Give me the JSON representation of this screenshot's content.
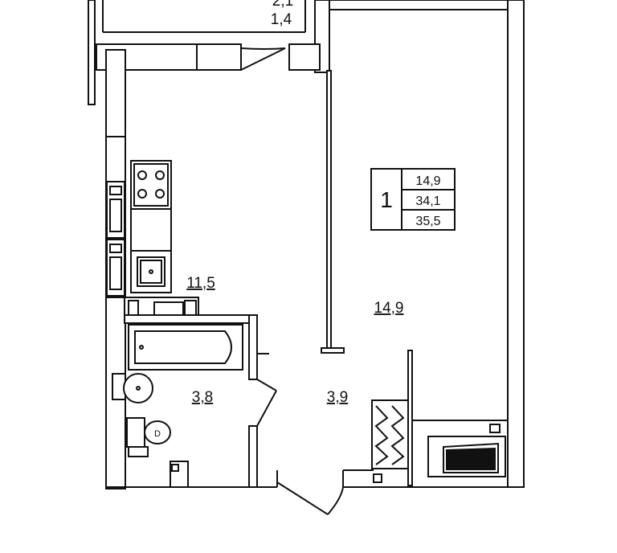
{
  "top_area": {
    "line1": "2,1",
    "line2": "1,4"
  },
  "summary": {
    "rooms": "1",
    "living_area": "14,9",
    "area_without_balcony": "34,1",
    "total_area": "35,5"
  },
  "rooms": {
    "kitchen": "11,5",
    "living": "14,9",
    "bathroom": "3,8",
    "hallway": "3,9"
  }
}
